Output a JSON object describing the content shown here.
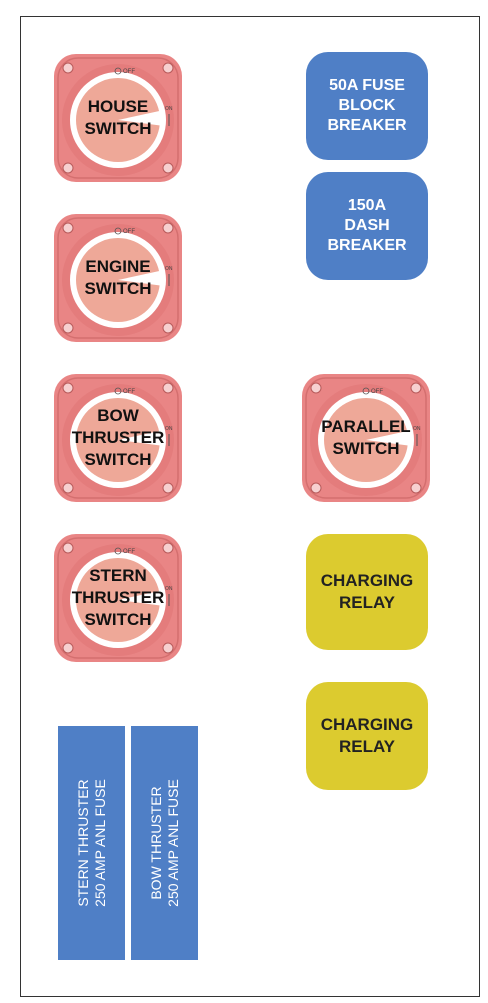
{
  "switches": {
    "house": {
      "label": "HOUSE SWITCH"
    },
    "engine": {
      "label": "ENGINE SWITCH"
    },
    "bow": {
      "label": "BOW THRUSTER SWITCH"
    },
    "stern": {
      "label": "STERN THRUSTER SWITCH"
    },
    "parallel": {
      "label": "PARALLEL SWITCH"
    },
    "off_label": "OFF",
    "on_label": "ON"
  },
  "breakers": {
    "fuse_block": "50A FUSE BLOCK BREAKER",
    "dash": "150A DASH BREAKER"
  },
  "relays": {
    "relay1": "CHARGING RELAY",
    "relay2": "CHARGING RELAY"
  },
  "fuses": {
    "stern": "STERN THRUSTER\n250 AMP ANL FUSE",
    "bow": "BOW THRUSTER\n250 AMP ANL FUSE"
  },
  "colors": {
    "switch_body": "#e98585",
    "switch_ring": "#ffffff",
    "switch_face": "#eea898",
    "breaker_blue": "#4f7fc6",
    "relay_yellow": "#dccb2f"
  }
}
